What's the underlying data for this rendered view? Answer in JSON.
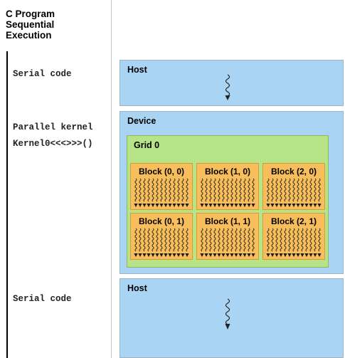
{
  "program": {
    "title_lines": [
      "C Program",
      "Sequential",
      "Execution"
    ],
    "serial_code_1": "Serial code",
    "parallel_kernel": "Parallel kernel",
    "kernel_call": "Kernel0<<<>>>()",
    "serial_code_2": "Serial code"
  },
  "host_top": {
    "label": "Host"
  },
  "device": {
    "label": "Device",
    "grid": {
      "label": "Grid 0",
      "blocks": [
        {
          "label": "Block (0, 0)"
        },
        {
          "label": "Block (1, 0)"
        },
        {
          "label": "Block (2, 0)"
        },
        {
          "label": "Block (0, 1)"
        },
        {
          "label": "Block (1, 1)"
        },
        {
          "label": "Block (2, 1)"
        }
      ]
    }
  },
  "host_bottom": {
    "label": "Host"
  },
  "colors": {
    "host_fill": "#a9d4f4",
    "grid_fill": "#b7e487",
    "block_fill": "#f7be5b",
    "thread_stroke": "#1a1a1a"
  },
  "icons": [
    "squiggle-arrow-icon",
    "thread-squiggle-icon"
  ]
}
